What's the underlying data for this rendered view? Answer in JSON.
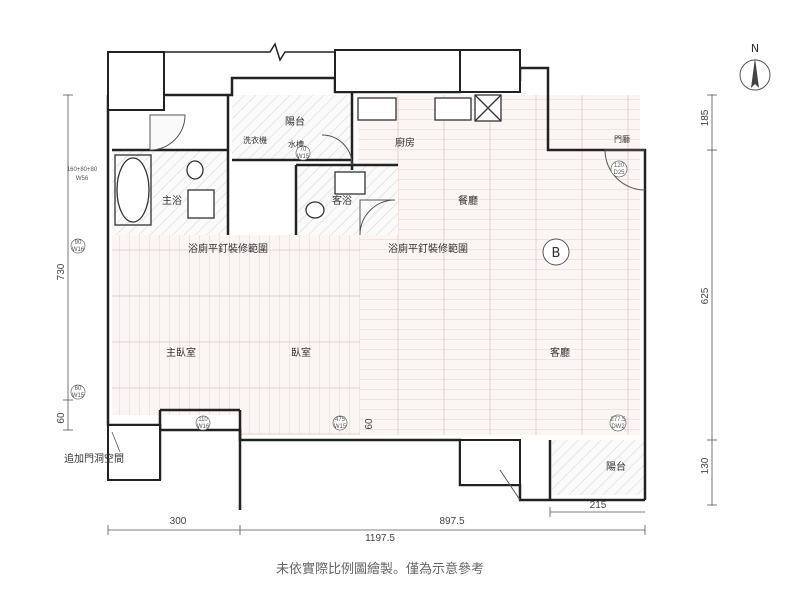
{
  "compass": {
    "north_label": "N"
  },
  "rooms": {
    "balcony_top": "陽台",
    "laundry": "洗衣機",
    "water_heater": "水槽",
    "kitchen": "廚房",
    "master_bath": "主浴",
    "guest_bath": "客浴",
    "dining": "餐廳",
    "bath_renovation_1": "浴廁平釘裝修範圍",
    "bath_renovation_2": "浴廁平釘裝修範圍",
    "master_bedroom": "主臥室",
    "bedroom": "臥室",
    "living_room": "客廳",
    "balcony_bottom": "陽台",
    "added_wall": "追加門洞空間",
    "unit_mark": "B",
    "door_label": "門廳"
  },
  "tags": {
    "window_top": [
      "160+80+80",
      "W56"
    ],
    "w_left1": [
      "90",
      "W16"
    ],
    "w_left2": [
      "60",
      "W15"
    ],
    "d_mid": [
      "70",
      "W15"
    ],
    "entry": [
      "120",
      "D25"
    ],
    "door1": [
      "110",
      "W16"
    ],
    "door2": [
      "475",
      "W15"
    ],
    "door3": [
      "277.5",
      "DW2"
    ]
  },
  "dimensions": {
    "left_total": "730",
    "left_bottom": "60",
    "right_top": "185",
    "right_mid": "625",
    "right_bottom": "130",
    "mid_60": "60",
    "bottom_left": "300",
    "bottom_total": "1197.5",
    "bottom_mid": "897.5",
    "bottom_right": "215"
  },
  "note": "未依實際比例圖繪製。僅為示意參考"
}
